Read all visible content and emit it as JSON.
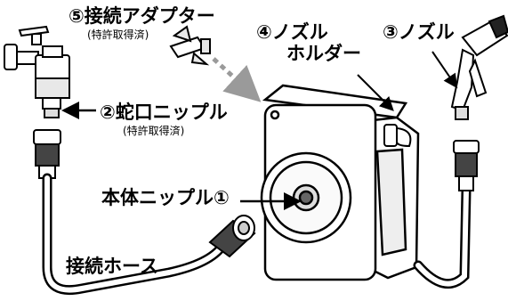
{
  "labels": {
    "adapter": {
      "num": "⑤",
      "text": "接続アダプター",
      "note": "(特許取得済)"
    },
    "faucet_nipple": {
      "num": "②",
      "text": "蛇口ニップル",
      "note": "(特許取得済)"
    },
    "holder": {
      "num": "④",
      "line1": "ノズル",
      "line2": "ホルダー"
    },
    "nozzle": {
      "num": "③",
      "text": "ノズル"
    },
    "body_nipple": {
      "text": "本体ニップル",
      "num": "①"
    },
    "hose": {
      "text": "接続ホース"
    }
  }
}
